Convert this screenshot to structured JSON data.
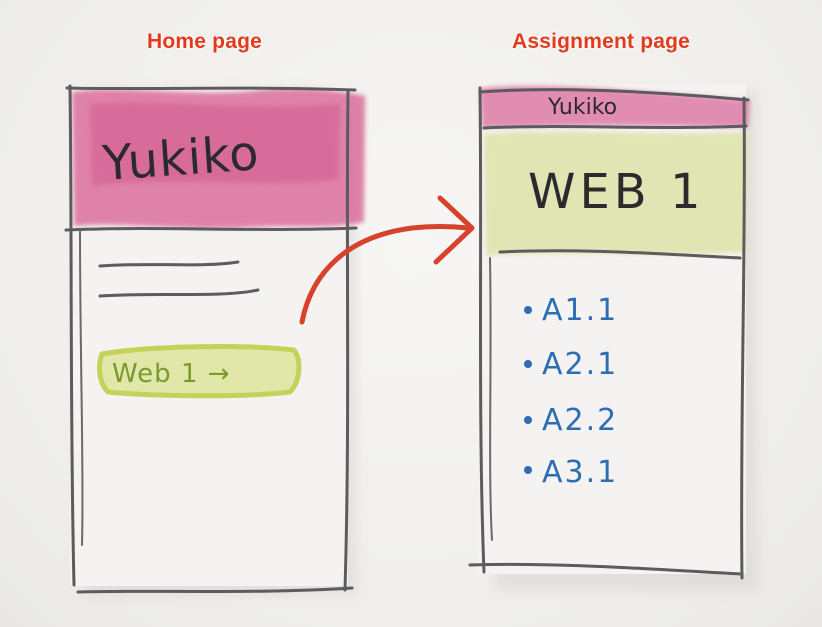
{
  "home": {
    "title": "Home page",
    "header_name": "Yukiko",
    "link_label": "Web 1 →"
  },
  "assignment": {
    "title": "Assignment page",
    "header_name": "Yukiko",
    "course_title": "WEB 1",
    "items": [
      "A1.1",
      "A2.1",
      "A2.2",
      "A3.1"
    ]
  },
  "colors": {
    "title_red": "#e33a1c",
    "header_pink": "#d8588f",
    "course_bg": "#e2e5b3",
    "link_green": "#c5d25a",
    "item_blue": "#2c6db3",
    "arrow_red": "#d8412a",
    "line_gray": "#5c5b5d"
  }
}
